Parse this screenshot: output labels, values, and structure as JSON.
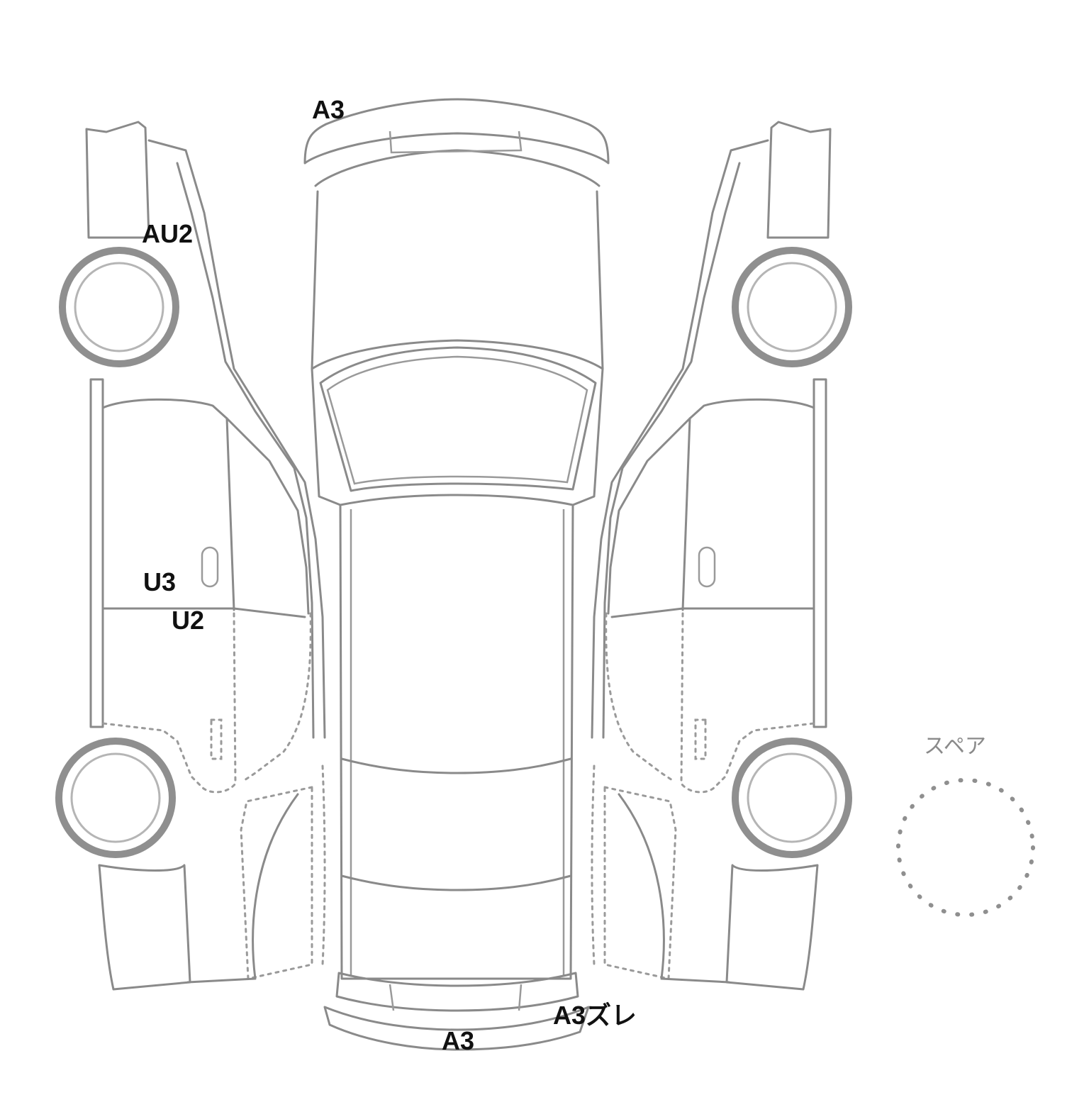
{
  "diagram": {
    "kind": "vehicle-damage-map",
    "views": [
      "left-side",
      "top",
      "right-side"
    ],
    "spare": {
      "label": "スペア"
    },
    "damage_marks": [
      {
        "id": "roof-front",
        "text": "A3"
      },
      {
        "id": "left-front-fender",
        "text": "AU2"
      },
      {
        "id": "left-front-door",
        "text": "U3"
      },
      {
        "id": "left-rear-door",
        "text": "U2"
      },
      {
        "id": "rear-bumper-right",
        "text": "A3ズレ"
      },
      {
        "id": "rear-bumper",
        "text": "A3"
      }
    ]
  }
}
